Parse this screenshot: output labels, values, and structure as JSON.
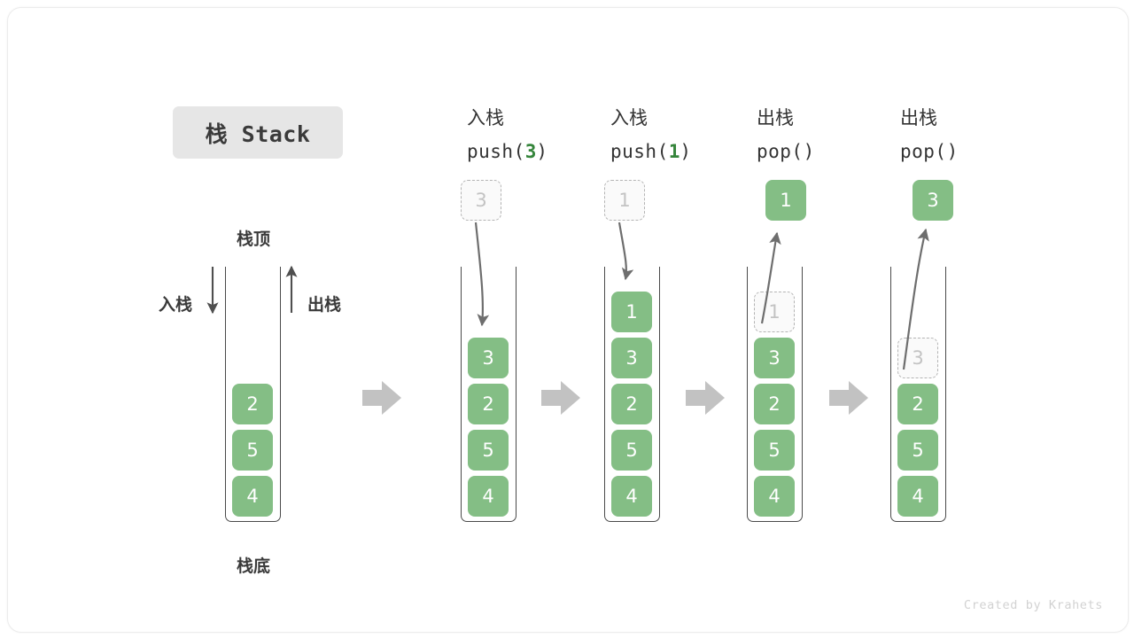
{
  "title": {
    "text": "栈 Stack"
  },
  "labels": {
    "top": "栈顶",
    "bottom": "栈底",
    "push_side": "入栈",
    "pop_side": "出栈"
  },
  "watermark": "Created by Krahets",
  "colors": {
    "element_green": "#84be85",
    "arg_green": "#35853b",
    "ghost_border": "#b4b4b4",
    "ghost_text": "#c3c3c3",
    "container_border": "#4a4a4a",
    "block_arrow": "#c2c2c2",
    "curve_arrow": "#6e6e6e",
    "title_bg": "#e6e6e6",
    "text": "#3a3a3a"
  },
  "stages": [
    {
      "id": "stage-initial",
      "op_cjk": "",
      "op_code_prefix": "",
      "op_code_arg": "",
      "op_code_suffix": "",
      "cells": [
        {
          "value": "2",
          "state": "filled"
        },
        {
          "value": "5",
          "state": "filled"
        },
        {
          "value": "4",
          "state": "filled"
        }
      ],
      "floating": null
    },
    {
      "id": "stage-push-3",
      "op_cjk": "入栈",
      "op_code_prefix": "push(",
      "op_code_arg": "3",
      "op_code_suffix": ")",
      "cells": [
        {
          "value": "3",
          "state": "filled"
        },
        {
          "value": "2",
          "state": "filled"
        },
        {
          "value": "5",
          "state": "filled"
        },
        {
          "value": "4",
          "state": "filled"
        }
      ],
      "floating": {
        "value": "3",
        "state": "ghost",
        "direction": "in"
      }
    },
    {
      "id": "stage-push-1",
      "op_cjk": "入栈",
      "op_code_prefix": "push(",
      "op_code_arg": "1",
      "op_code_suffix": ")",
      "cells": [
        {
          "value": "1",
          "state": "filled"
        },
        {
          "value": "3",
          "state": "filled"
        },
        {
          "value": "2",
          "state": "filled"
        },
        {
          "value": "5",
          "state": "filled"
        },
        {
          "value": "4",
          "state": "filled"
        }
      ],
      "floating": {
        "value": "1",
        "state": "ghost",
        "direction": "in"
      }
    },
    {
      "id": "stage-pop-1",
      "op_cjk": "出栈",
      "op_code_prefix": "pop(",
      "op_code_arg": "",
      "op_code_suffix": ")",
      "cells": [
        {
          "value": "1",
          "state": "ghost"
        },
        {
          "value": "3",
          "state": "filled"
        },
        {
          "value": "2",
          "state": "filled"
        },
        {
          "value": "5",
          "state": "filled"
        },
        {
          "value": "4",
          "state": "filled"
        }
      ],
      "floating": {
        "value": "1",
        "state": "filled",
        "direction": "out"
      }
    },
    {
      "id": "stage-pop-3",
      "op_cjk": "出栈",
      "op_code_prefix": "pop(",
      "op_code_arg": "",
      "op_code_suffix": ")",
      "cells": [
        {
          "value": "3",
          "state": "ghost"
        },
        {
          "value": "2",
          "state": "filled"
        },
        {
          "value": "5",
          "state": "filled"
        },
        {
          "value": "4",
          "state": "filled"
        }
      ],
      "floating": {
        "value": "3",
        "state": "filled",
        "direction": "out"
      }
    }
  ]
}
